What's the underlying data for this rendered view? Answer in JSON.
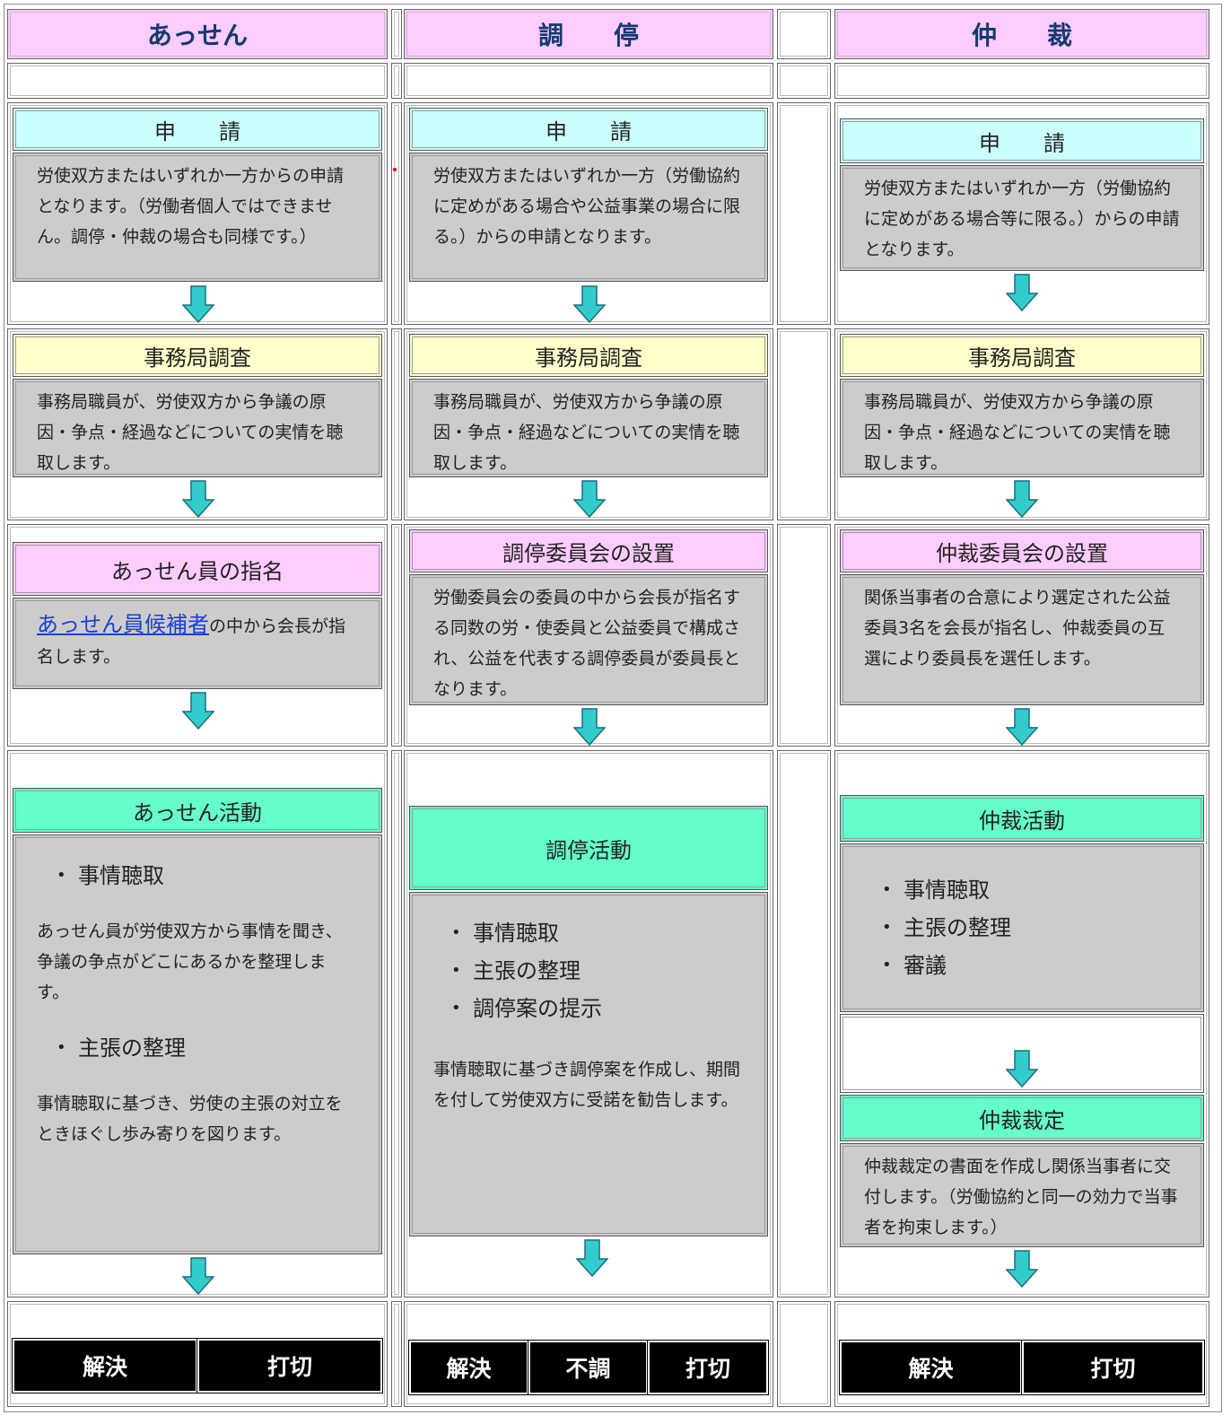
{
  "columns": {
    "assen": "あっせん",
    "chotei": "調　　停",
    "chusai": "仲　　裁"
  },
  "assen": {
    "apply_title": "申　　請",
    "apply_text": "労使双方またはいずれか一方からの申請となります。（労働者個人ではできません。調停・仲裁の場合も同様です。）",
    "survey_title": "事務局調査",
    "survey_text": "事務局職員が、労使双方から争議の原因・争点・経過などについての実情を聴取します。",
    "nominate_title": "あっせん員の指名",
    "nominate_link": "あっせん員候補者",
    "nominate_text": "の中から会長が指名します。",
    "activity_title": "あっせん活動",
    "activity_item1": "事情聴取",
    "activity_text1": "あっせん員が労使双方から事情を聞き、争議の争点がどこにあるかを整理します。",
    "activity_item2": "主張の整理",
    "activity_text2": "事情聴取に基づき、労使の主張の対立をときほぐし歩み寄りを図ります。",
    "outcomes": [
      "解決",
      "打切"
    ]
  },
  "chotei": {
    "apply_title": "申　　請",
    "apply_text": "労使双方またはいずれか一方（労働協約に定めがある場合や公益事業の場合に限る。）からの申請となります。",
    "survey_title": "事務局調査",
    "survey_text": "事務局職員が、労使双方から争議の原因・争点・経過などについての実情を聴取します。",
    "committee_title": "調停委員会の設置",
    "committee_text": "労働委員会の委員の中から会長が指名する同数の労・使委員と公益委員で構成され、公益を代表する調停委員が委員長となります。",
    "activity_title": "調停活動",
    "activity_items": [
      "事情聴取",
      "主張の整理",
      "調停案の提示"
    ],
    "activity_text": "事情聴取に基づき調停案を作成し、期間を付して労使双方に受諾を勧告します。",
    "outcomes": [
      "解決",
      "不調",
      "打切"
    ]
  },
  "chusai": {
    "apply_title": "申　　請",
    "apply_text": "労使双方またはいずれか一方（労働協約に定めがある場合等に限る。）からの申請となります。",
    "survey_title": "事務局調査",
    "survey_text": "事務局職員が、労使双方から争議の原因・争点・経過などについての実情を聴取します。",
    "committee_title": "仲裁委員会の設置",
    "committee_text": "関係当事者の合意により選定された公益委員3名を会長が指名し、仲裁委員の互選により委員長を選任します。",
    "activity_title": "仲裁活動",
    "activity_items": [
      "事情聴取",
      "主張の整理",
      "審議"
    ],
    "award_title": "仲裁裁定",
    "award_text": "仲裁裁定の書面を作成し関係当事者に交付します。（労働協約と同一の効力で当事者を拘束します。）",
    "outcomes": [
      "解決",
      "打切"
    ]
  },
  "colors": {
    "header_pink": "#ffccff",
    "apply_cyan": "#ccffff",
    "survey_yellow": "#ffffcc",
    "activity_green": "#66ffcc",
    "body_gray": "#cccccc",
    "arrow_teal": "#33cccc",
    "outcome_black": "#000000"
  },
  "icons": [
    "arrow-down-icon"
  ]
}
